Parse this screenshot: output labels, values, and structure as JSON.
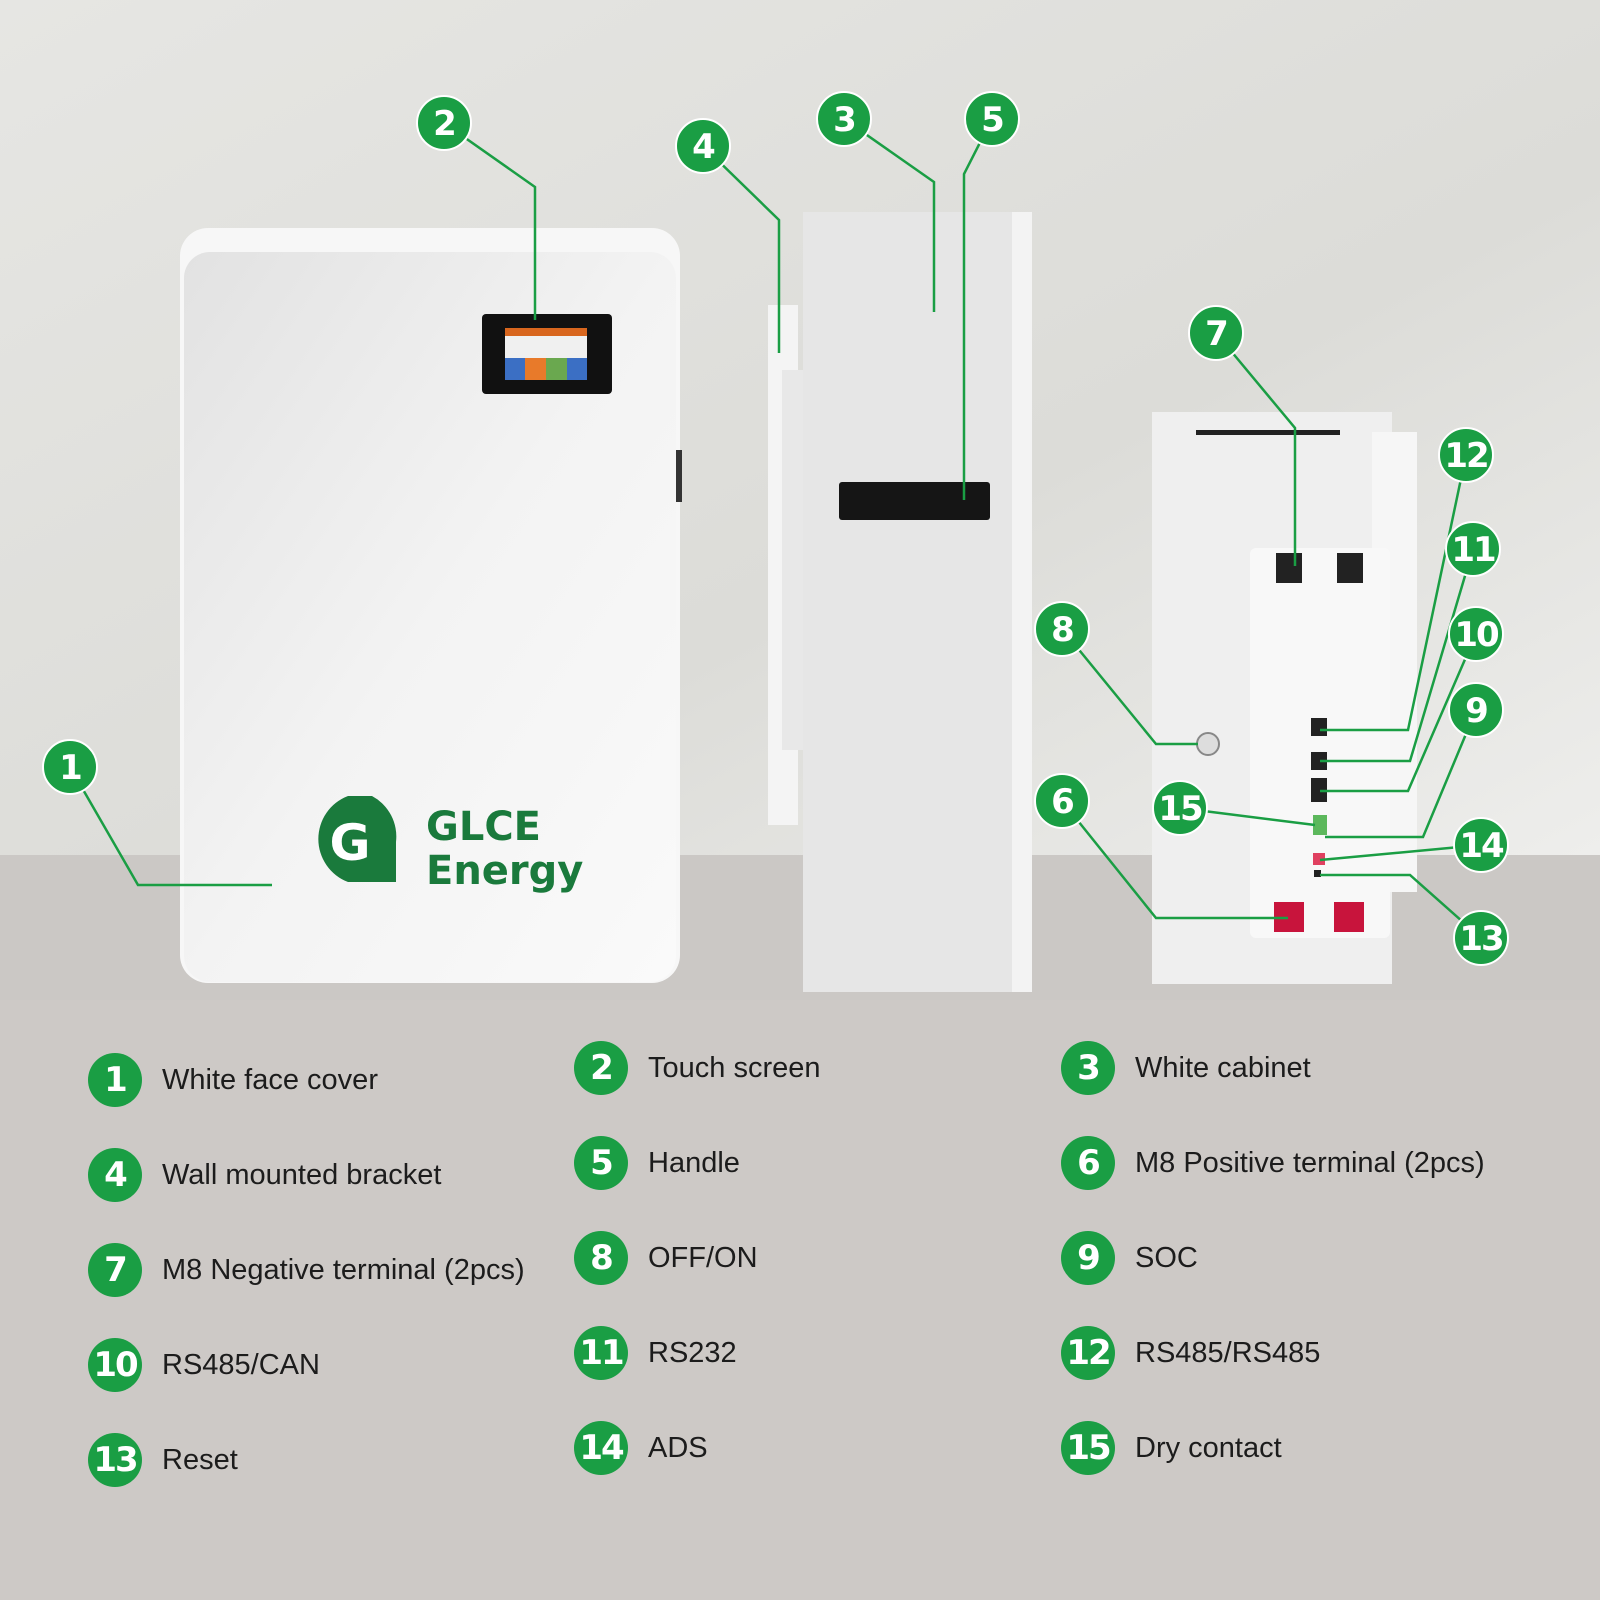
{
  "brand": {
    "logo_letter": "G",
    "name_line1": "GLCE",
    "name_line2": "Energy",
    "color": "#1a7a3c"
  },
  "callout_color": "#1a9e44",
  "callouts": [
    "1",
    "2",
    "3",
    "4",
    "5",
    "6",
    "7",
    "8",
    "9",
    "10",
    "11",
    "12",
    "13",
    "14",
    "15"
  ],
  "legend": [
    {
      "num": "1",
      "label": "White face cover"
    },
    {
      "num": "2",
      "label": "Touch screen"
    },
    {
      "num": "3",
      "label": "White cabinet"
    },
    {
      "num": "4",
      "label": "Wall mounted bracket"
    },
    {
      "num": "5",
      "label": "Handle"
    },
    {
      "num": "6",
      "label": "M8 Positive terminal (2pcs)"
    },
    {
      "num": "7",
      "label": "M8 Negative terminal (2pcs)"
    },
    {
      "num": "8",
      "label": "OFF/ON"
    },
    {
      "num": "9",
      "label": "SOC"
    },
    {
      "num": "10",
      "label": "RS485/CAN"
    },
    {
      "num": "11",
      "label": "RS232"
    },
    {
      "num": "12",
      "label": "RS485/RS485"
    },
    {
      "num": "13",
      "label": "Reset"
    },
    {
      "num": "14",
      "label": "ADS"
    },
    {
      "num": "15",
      "label": "Dry contact"
    }
  ]
}
